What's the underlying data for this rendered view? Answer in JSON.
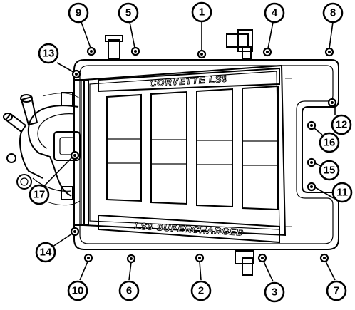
{
  "diagram": {
    "top_plate_text": "CORVETTE LS9",
    "bottom_plate_text": "LS9 SUPERCHARGED",
    "callouts": [
      {
        "label": "1"
      },
      {
        "label": "2"
      },
      {
        "label": "3"
      },
      {
        "label": "4"
      },
      {
        "label": "5"
      },
      {
        "label": "6"
      },
      {
        "label": "7"
      },
      {
        "label": "8"
      },
      {
        "label": "9"
      },
      {
        "label": "10"
      },
      {
        "label": "11"
      },
      {
        "label": "12"
      },
      {
        "label": "13"
      },
      {
        "label": "14"
      },
      {
        "label": "15"
      },
      {
        "label": "16"
      },
      {
        "label": "17"
      }
    ]
  }
}
